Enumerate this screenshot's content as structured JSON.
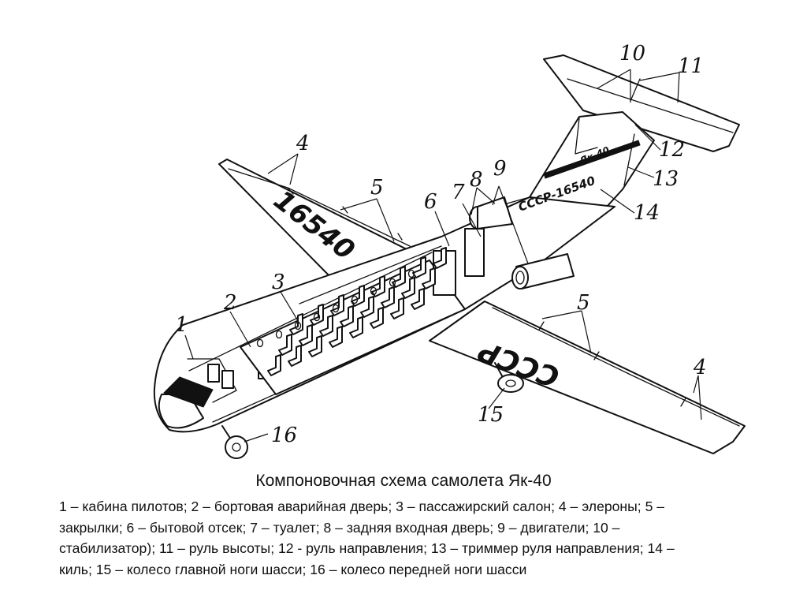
{
  "caption": {
    "title": "Компоновочная схема самолета Як-40",
    "lines": [
      "1 – кабина пилотов; 2 – бортовая аварийная дверь; 3 – пассажирский салон; 4 – элероны; 5 –",
      "закрылки; 6 – бытовой отсек; 7 – туалет; 8 – задняя входная дверь; 9 – двигатели; 10 –",
      "стабилизатор); 11 – руль высоты; 12 - руль направления; 13 – триммер руля направления; 14 –",
      "киль; 15 – колесо главной ноги шасси; 16 – колесо передней ноги шасси"
    ]
  },
  "markings": {
    "left_wing": "16540",
    "right_wing": "СССР",
    "fuselage": "СССР-16540",
    "fin": "Як-40"
  },
  "callouts": [
    "1",
    "2",
    "3",
    "4",
    "5",
    "6",
    "7",
    "8",
    "9",
    "10",
    "11",
    "12",
    "13",
    "14",
    "15",
    "16",
    "4",
    "5"
  ]
}
